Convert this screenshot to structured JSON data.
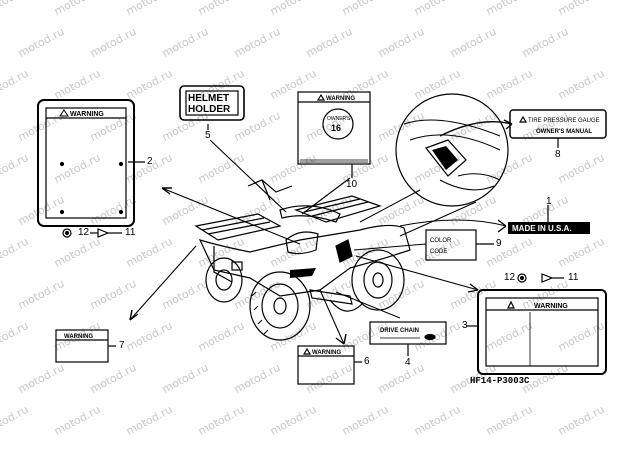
{
  "watermark": "motod.ru",
  "part_numbers": {
    "p1": "1",
    "p2": "2",
    "p3": "3",
    "p4": "4",
    "p5": "5",
    "p6": "6",
    "p7": "7",
    "p8": "8",
    "p9": "9",
    "p10": "10",
    "p11": "11",
    "p12": "12"
  },
  "labels": {
    "warning": "WARNING",
    "helmet_line1": "HELMET",
    "helmet_line2": "HOLDER",
    "owner_line1": "OWNER'S",
    "owner_line2": "16",
    "tire_line1": "TIRE PRESSURE GAUGE",
    "tire_line2": "OWNER'S MANUAL",
    "made_in": "MADE IN U.S.A.",
    "color_line1": "COLOR",
    "color_line2": "CODE",
    "drive_chain": "DRIVE CHAIN"
  },
  "diagram_code": "HF14-P3003C"
}
